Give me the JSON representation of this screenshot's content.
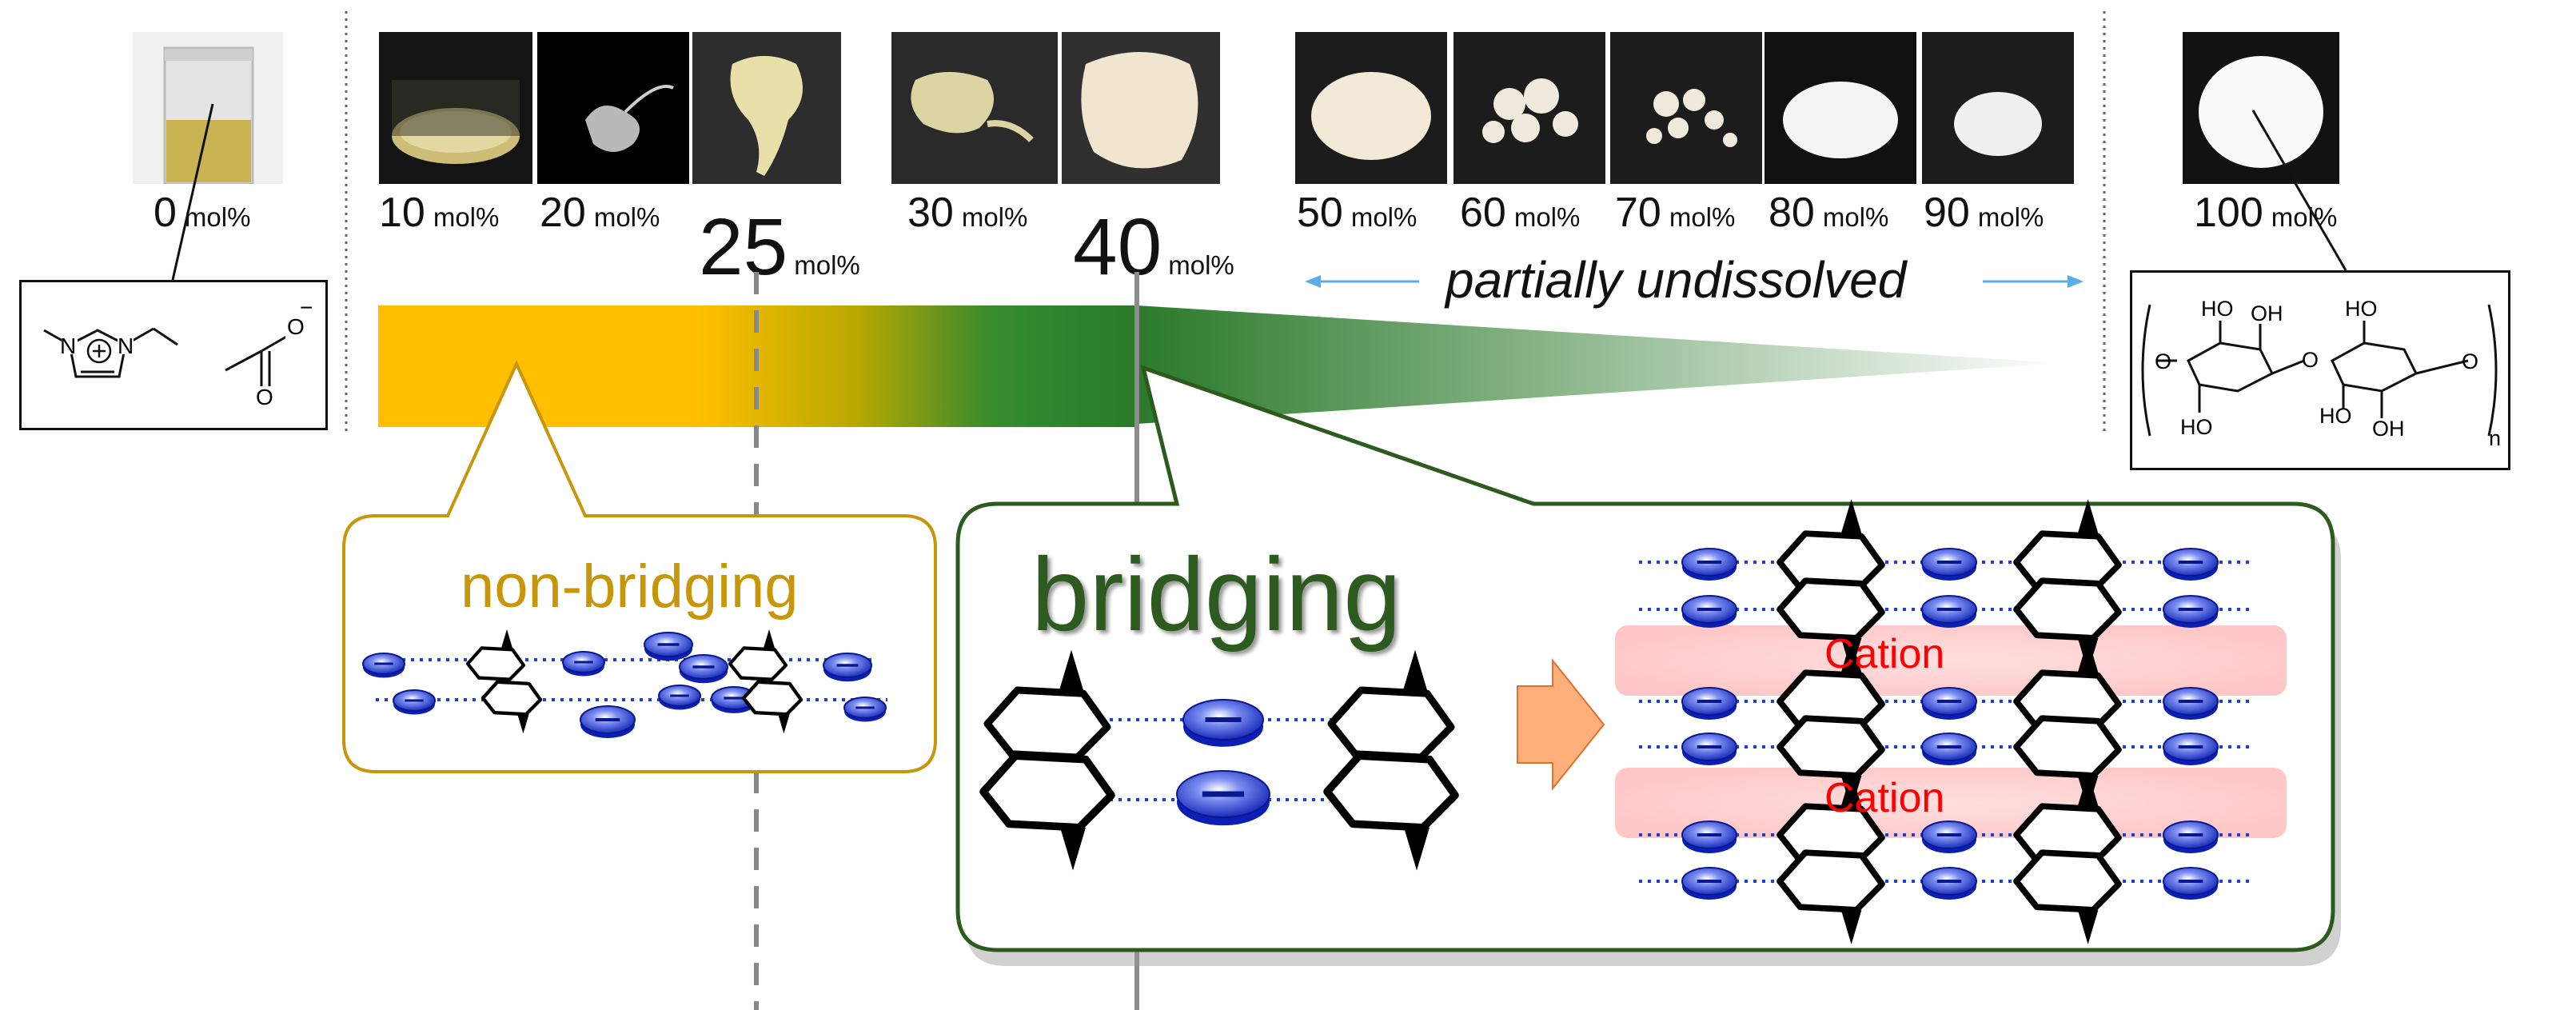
{
  "samples": [
    {
      "value": "0",
      "unit": "mol%"
    },
    {
      "value": "10",
      "unit": "mol%"
    },
    {
      "value": "20",
      "unit": "mol%"
    },
    {
      "value": "25",
      "unit": "mol%"
    },
    {
      "value": "30",
      "unit": "mol%"
    },
    {
      "value": "40",
      "unit": "mol%"
    },
    {
      "value": "50",
      "unit": "mol%"
    },
    {
      "value": "60",
      "unit": "mol%"
    },
    {
      "value": "70",
      "unit": "mol%"
    },
    {
      "value": "80",
      "unit": "mol%"
    },
    {
      "value": "90",
      "unit": "mol%"
    },
    {
      "value": "100",
      "unit": "mol%"
    }
  ],
  "range_label": "partially undissolved",
  "states": {
    "non_bridging": "non-bridging",
    "bridging": "bridging",
    "cation": "Cation"
  },
  "cellulose": {
    "ho": "HO",
    "oh": "OH",
    "o": "O",
    "subscript": "n"
  },
  "colors": {
    "non_bridging": "#c8960a",
    "bridging": "#2d5a1e",
    "gradient_orange": "#ffbf00",
    "gradient_green": "#2e8a2e",
    "cation": "#ff0000",
    "anion_blue": "#1e3cdc",
    "arrow_blue": "#5aaee6",
    "arrow_orange": "#ffb07a"
  }
}
